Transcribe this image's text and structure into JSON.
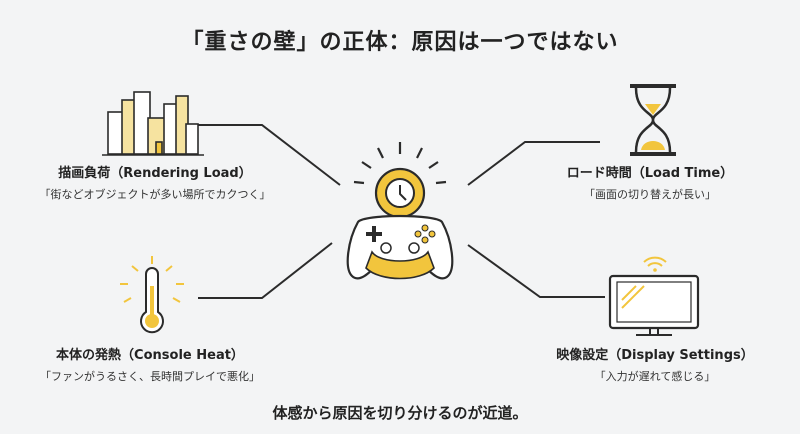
{
  "title": "「重さの壁」の正体：原因は一つではない",
  "colors": {
    "accent": "#f2c53d",
    "line": "#2b2b2b",
    "background": "#f3f4f5"
  },
  "center": {
    "icon": "game-controller-clock-icon"
  },
  "causes": [
    {
      "icon": "city-buildings-icon",
      "label": "描画負荷（Rendering Load）",
      "description": "「街などオブジェクトが多い場所でカクつく」"
    },
    {
      "icon": "hourglass-icon",
      "label": "ロード時間（Load Time）",
      "description": "「画面の切り替えが長い」"
    },
    {
      "icon": "thermometer-icon",
      "label": "本体の発熱（Console Heat）",
      "description": "「ファンがうるさく、長時間プレイで悪化」"
    },
    {
      "icon": "monitor-wifi-icon",
      "label": "映像設定（Display Settings）",
      "description": "「入力が遅れて感じる」"
    }
  ],
  "footer": "体感から原因を切り分けるのが近道。"
}
